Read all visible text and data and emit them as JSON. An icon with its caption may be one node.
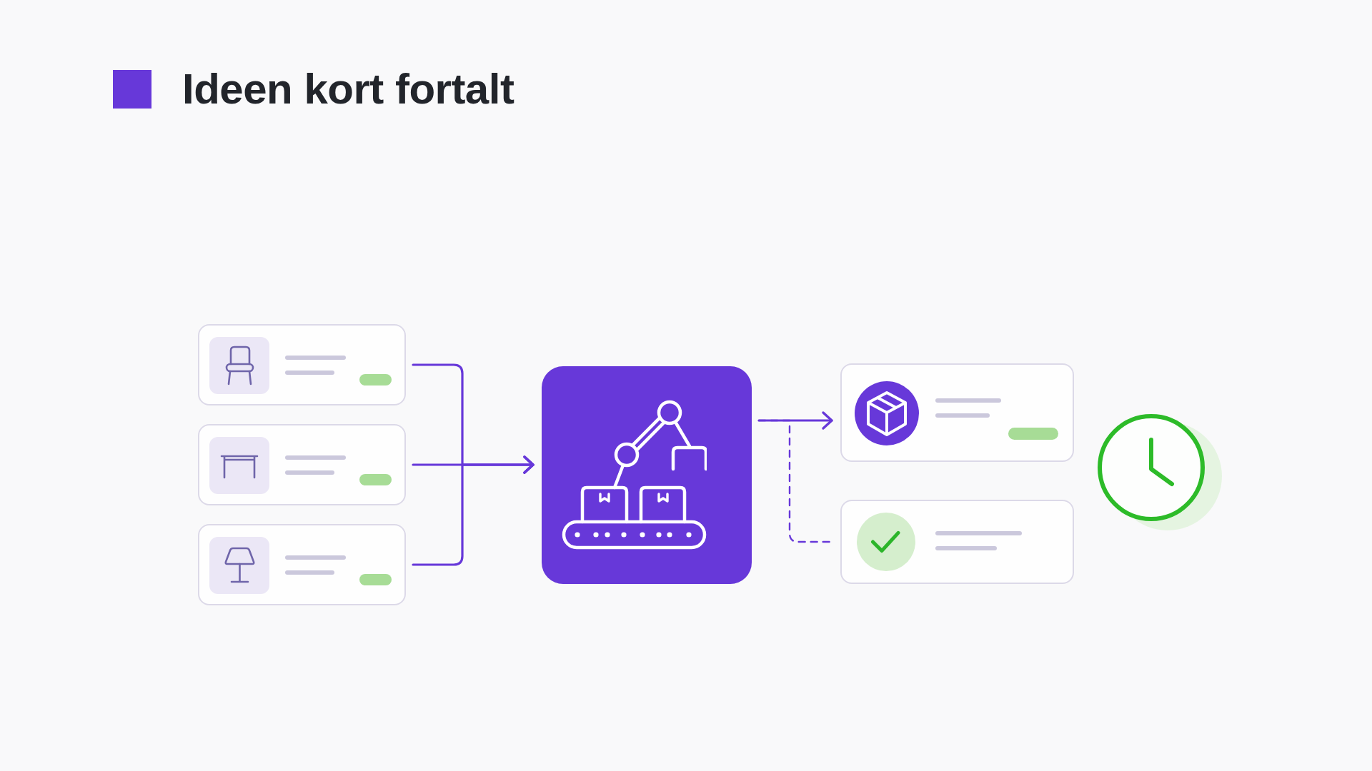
{
  "diagram": {
    "title": "Ideen kort fortalt",
    "nodes": [
      {
        "text": [],
        "shape": "box"
      },
      {
        "text": [],
        "shape": "box"
      },
      {
        "text": [],
        "shape": "box"
      },
      {
        "text": [],
        "shape": "box"
      },
      {
        "text": [],
        "shape": "box"
      },
      {
        "text": [],
        "shape": "box"
      }
    ],
    "edges": [
      {
        "from": 0,
        "to": 3,
        "arrow": "to"
      },
      {
        "from": 1,
        "to": 3,
        "arrow": "to"
      },
      {
        "from": 2,
        "to": 3,
        "arrow": "to"
      },
      {
        "from": 3,
        "to": 4,
        "arrow": "to"
      },
      {
        "from": 3,
        "to": 5,
        "arrow": "none",
        "style": "dashed"
      }
    ]
  }
}
